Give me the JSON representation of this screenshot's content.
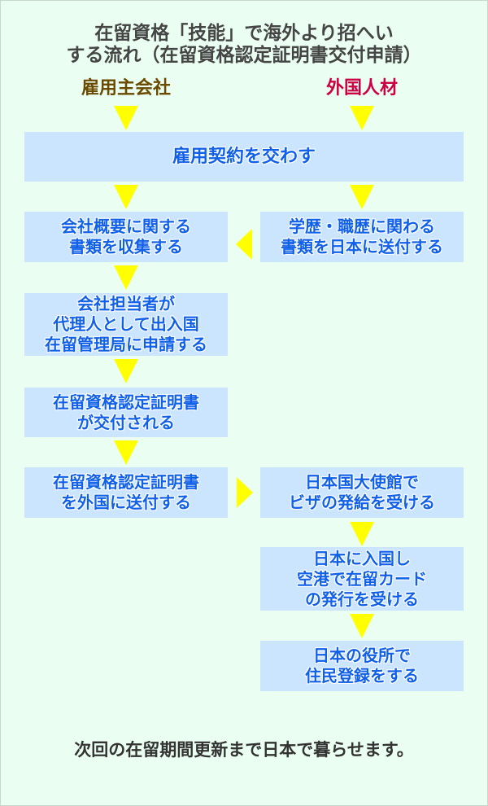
{
  "title": {
    "line1": "在留資格「技能」で海外より招へい",
    "line2": "する流れ（在留資格認定証明書交付申請）"
  },
  "columns": {
    "employer": {
      "label": "雇用主会社",
      "color": "#6b4a00"
    },
    "foreign_worker": {
      "label": "外国人材",
      "color": "#cc0044"
    }
  },
  "steps": {
    "contract": "雇用契約を交わす",
    "collect_company_docs": "会社概要に関する\n書類を収集する",
    "send_docs": "学歴・職歴に関わる\n書類を日本に送付する",
    "apply": "会社担当者が\n代理人として出入国\n在留管理局に申請する",
    "issued": "在留資格認定証明書\nが交付される",
    "send_certificate": "在留資格認定証明書\nを外国に送付する",
    "visa": "日本国大使館で\nビザの発給を受ける",
    "entry": "日本に入国し\n空港で在留カード\nの発行を受ける",
    "registration": "日本の役所で\n住民登録をする"
  },
  "footer": "次回の在留期間更新まで日本で暮らせます。",
  "colors": {
    "background": "#eafff2",
    "box": "#cce5ff",
    "box_text": "#1060e8",
    "arrow": "#ffff00"
  }
}
